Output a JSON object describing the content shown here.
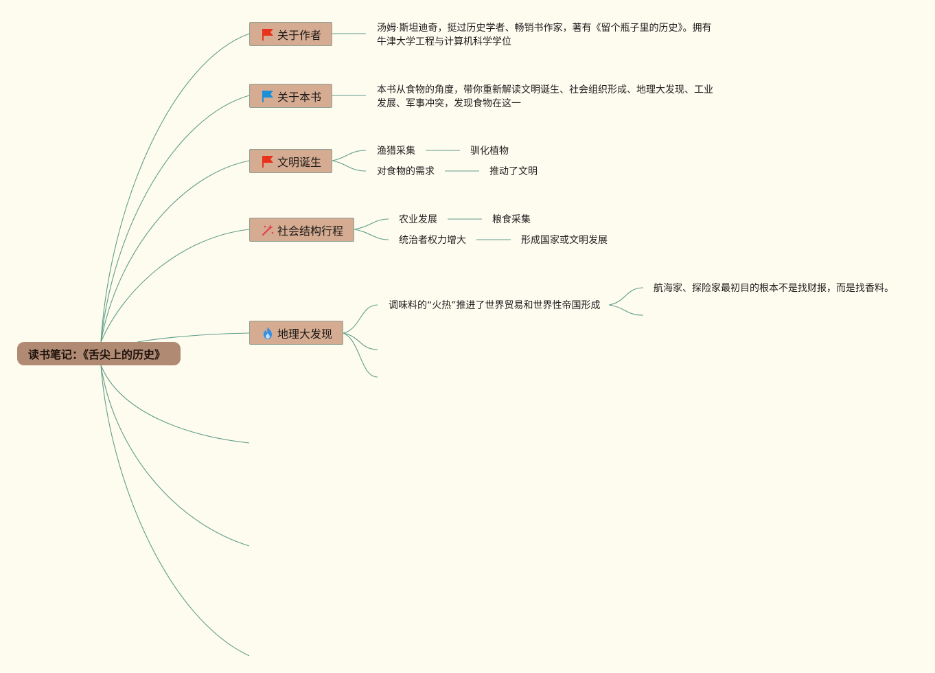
{
  "root": {
    "title": "读书笔记：《舌尖上的历史》"
  },
  "topics": [
    {
      "id": "author",
      "label": "关于作者",
      "icon": "red-flag-icon",
      "color": "#e8331c",
      "note_lines": [
        "汤姆·斯坦迪奇，挺过历史学者、畅销书作家，著有《留个瓶子里的历史》。拥有",
        "牛津大学工程与计算机科学学位"
      ]
    },
    {
      "id": "book",
      "label": "关于本书",
      "icon": "blue-flag-icon",
      "color": "#1a90d9",
      "note_lines": [
        "本书从食物的角度，带你重新解读文明诞生、社会组织形成、地理大发现、工业",
        "发展、军事冲突，发现食物在这一"
      ]
    },
    {
      "id": "civilization",
      "label": "文明诞生",
      "icon": "red-flag-icon",
      "color": "#e8331c",
      "children": [
        {
          "label": "渔猎采集",
          "child": "驯化植物"
        },
        {
          "label": "对食物的需求",
          "child": "推动了文明"
        }
      ]
    },
    {
      "id": "society",
      "label": "社会结构行程",
      "icon": "magic-wand-icon",
      "color": "#e0414f",
      "children": [
        {
          "label": "农业发展",
          "child": "粮食采集"
        },
        {
          "label": "统治者权力增大",
          "child": "形成国家或文明发展"
        }
      ]
    },
    {
      "id": "geography",
      "label": "地理大发现",
      "icon": "fire-icon",
      "color": "#2f8fe6",
      "children": [
        {
          "label": "调味料的“火热”推进了世界贸易和世界性帝国形成",
          "child": "航海家、探险家最初目的根本不是找财报，而是找香料。"
        }
      ]
    }
  ]
}
